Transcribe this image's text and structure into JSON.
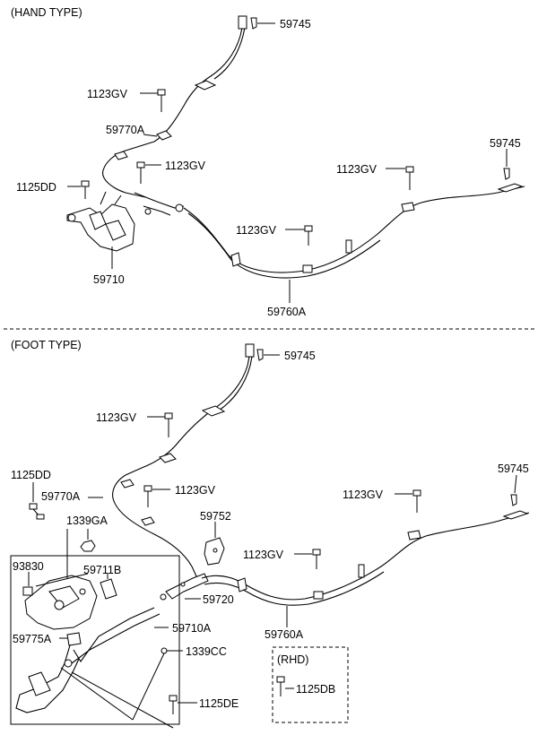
{
  "sections": {
    "hand_title": "(HAND TYPE)",
    "foot_title": "(FOOT TYPE)",
    "rhd_title": "(RHD)"
  },
  "hand_labels": {
    "l59745a": "59745",
    "l1123gv_a": "1123GV",
    "l59770a": "59770A",
    "l1123gv_b": "1123GV",
    "l1125dd": "1125DD",
    "l59710": "59710",
    "l1123gv_c": "1123GV",
    "l59745b": "59745",
    "l1123gv_d": "1123GV",
    "l59760a": "59760A"
  },
  "foot_labels": {
    "l59745a": "59745",
    "l1123gv_a": "1123GV",
    "l1125dd": "1125DD",
    "l59770a": "59770A",
    "l1123gv_b": "1123GV",
    "l1339ga": "1339GA",
    "l59752": "59752",
    "l59745b": "59745",
    "l1123gv_c": "1123GV",
    "l93830": "93830",
    "l59711b": "59711B",
    "l1123gv_d": "1123GV",
    "l59720": "59720",
    "l59760a": "59760A",
    "l59775a": "59775A",
    "l59710a": "59710A",
    "l1339cc": "1339CC",
    "l1125de": "1125DE",
    "l1125db": "1125DB"
  }
}
